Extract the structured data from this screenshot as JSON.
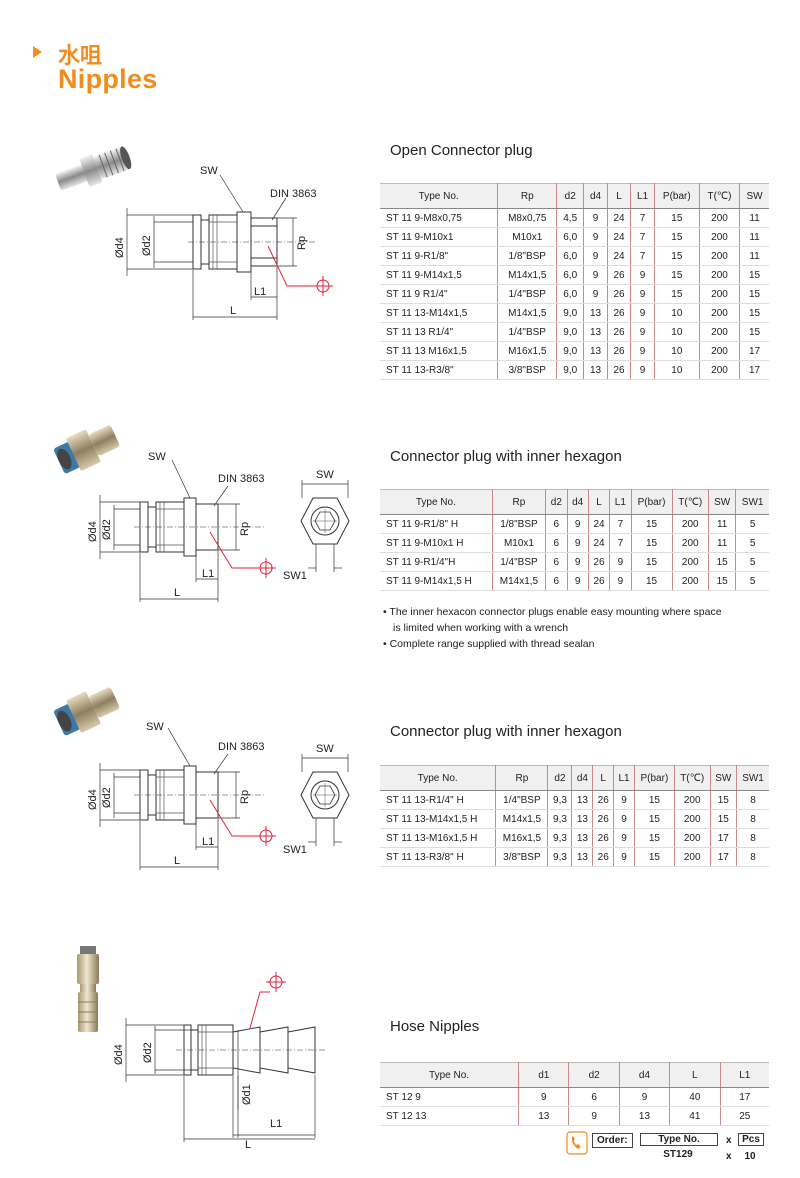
{
  "header": {
    "title_cn": "水咀",
    "title_en": "Nipples"
  },
  "colors": {
    "accent": "#f28c1c",
    "dimension_line": "#e0223c"
  },
  "sections": [
    {
      "title": "Open Connector plug",
      "drawing": {
        "sw": "SW",
        "din": "DIN 3863",
        "d4": "Ød4",
        "d2": "Ød2",
        "rp": "Rp",
        "l1": "L1",
        "l": "L"
      },
      "columns": [
        "Type No.",
        "Rp",
        "d2",
        "d4",
        "L",
        "L1",
        "P(bar)",
        "T(℃)",
        "SW"
      ],
      "rows": [
        [
          "ST 11 9-M8x0,75",
          "M8x0,75",
          "4,5",
          "9",
          "24",
          "7",
          "15",
          "200",
          "11"
        ],
        [
          "ST 11 9-M10x1",
          "M10x1",
          "6,0",
          "9",
          "24",
          "7",
          "15",
          "200",
          "11"
        ],
        [
          "ST 11 9-R1/8\"",
          "1/8\"BSP",
          "6,0",
          "9",
          "24",
          "7",
          "15",
          "200",
          "11"
        ],
        [
          "ST 11 9-M14x1,5",
          "M14x1,5",
          "6,0",
          "9",
          "26",
          "9",
          "15",
          "200",
          "15"
        ],
        [
          "ST 11 9 R1/4\"",
          "1/4\"BSP",
          "6,0",
          "9",
          "26",
          "9",
          "15",
          "200",
          "15"
        ],
        [
          "ST 11 13-M14x1,5",
          "M14x1,5",
          "9,0",
          "13",
          "26",
          "9",
          "10",
          "200",
          "15"
        ],
        [
          "ST 11 13 R1/4\"",
          "1/4\"BSP",
          "9,0",
          "13",
          "26",
          "9",
          "10",
          "200",
          "15"
        ],
        [
          "ST 11 13 M16x1,5",
          "M16x1,5",
          "9,0",
          "13",
          "26",
          "9",
          "10",
          "200",
          "17"
        ],
        [
          "ST 11 13-R3/8\"",
          "3/8\"BSP",
          "9,0",
          "13",
          "26",
          "9",
          "10",
          "200",
          "17"
        ]
      ]
    },
    {
      "title": "Connector plug with inner hexagon",
      "drawing": {
        "sw": "SW",
        "din": "DIN 3863",
        "d4": "Ød4",
        "d2": "Ød2",
        "rp": "Rp",
        "l1": "L1",
        "l": "L",
        "hex_sw": "SW",
        "sw1": "SW1"
      },
      "columns": [
        "Type No.",
        "Rp",
        "d2",
        "d4",
        "L",
        "L1",
        "P(bar)",
        "T(℃)",
        "SW",
        "SW1"
      ],
      "rows": [
        [
          "ST 11 9-R1/8\" H",
          "1/8\"BSP",
          "6",
          "9",
          "24",
          "7",
          "15",
          "200",
          "11",
          "5"
        ],
        [
          "ST 11 9-M10x1 H",
          "M10x1",
          "6",
          "9",
          "24",
          "7",
          "15",
          "200",
          "11",
          "5"
        ],
        [
          "ST 11 9-R1/4\"H",
          "1/4\"BSP",
          "6",
          "9",
          "26",
          "9",
          "15",
          "200",
          "15",
          "5"
        ],
        [
          "ST 11 9-M14x1,5 H",
          "M14x1,5",
          "6",
          "9",
          "26",
          "9",
          "15",
          "200",
          "15",
          "5"
        ]
      ],
      "notes": [
        "• The  inner hexacon connector plugs enable easy mounting where space",
        "  is limited when working with a wrench",
        "• Complete range supplied with thread sealan"
      ]
    },
    {
      "title": "Connector plug with inner hexagon",
      "drawing": {
        "sw": "SW",
        "din": "DIN 3863",
        "d4": "Ød4",
        "d2": "Ød2",
        "rp": "Rp",
        "l1": "L1",
        "l": "L",
        "hex_sw": "SW",
        "sw1": "SW1"
      },
      "columns": [
        "Type No.",
        "Rp",
        "d2",
        "d4",
        "L",
        "L1",
        "P(bar)",
        "T(℃)",
        "SW",
        "SW1"
      ],
      "rows": [
        [
          "ST 11 13-R1/4\" H",
          "1/4\"BSP",
          "9,3",
          "13",
          "26",
          "9",
          "15",
          "200",
          "15",
          "8"
        ],
        [
          "ST 11 13-M14x1,5 H",
          "M14x1,5",
          "9,3",
          "13",
          "26",
          "9",
          "15",
          "200",
          "15",
          "8"
        ],
        [
          "ST 11 13-M16x1,5 H",
          "M16x1,5",
          "9,3",
          "13",
          "26",
          "9",
          "15",
          "200",
          "17",
          "8"
        ],
        [
          "ST 11 13-R3/8\" H",
          "3/8\"BSP",
          "9,3",
          "13",
          "26",
          "9",
          "15",
          "200",
          "17",
          "8"
        ]
      ]
    },
    {
      "title": "Hose Nipples",
      "drawing": {
        "d4": "Ød4",
        "d2": "Ød2",
        "d1": "Ød1",
        "l1": "L1",
        "l": "L"
      },
      "columns": [
        "Type No.",
        "d1",
        "d2",
        "d4",
        "L",
        "L1"
      ],
      "rows": [
        [
          "ST 12 9",
          "9",
          "6",
          "9",
          "40",
          "17"
        ],
        [
          "ST 12 13",
          "13",
          "9",
          "13",
          "41",
          "25"
        ]
      ]
    }
  ],
  "order": {
    "label": "Order:",
    "type_header": "Type No.",
    "type_value": "ST129",
    "x1": "x",
    "pcs_header": "Pcs",
    "x2": "x",
    "pcs_value": "10"
  }
}
